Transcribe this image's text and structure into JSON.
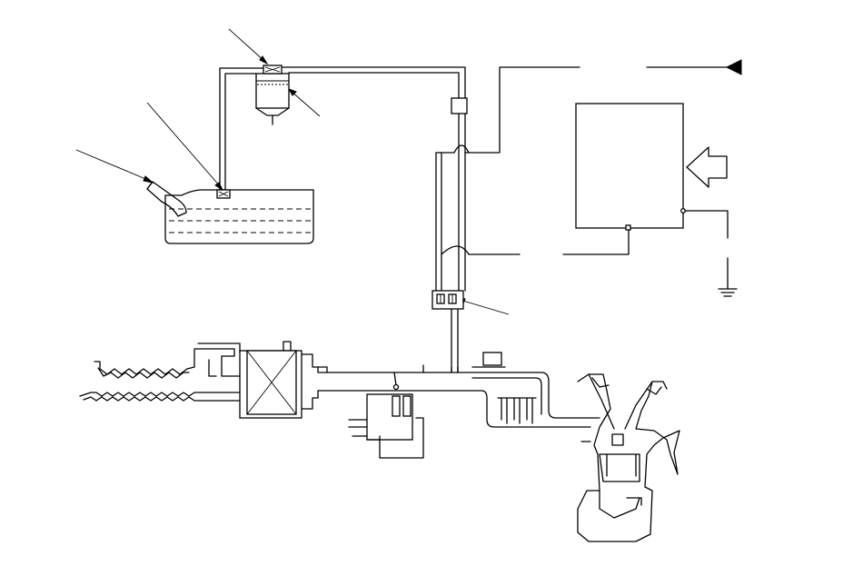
{
  "diagram": {
    "type": "evap-emission-system-schematic",
    "colors": {
      "line": "#000000",
      "background": "#ffffff"
    },
    "components": [
      {
        "id": "fuel-tank",
        "icon": "fuel-tank-icon"
      },
      {
        "id": "filler-neck",
        "icon": "filler-neck-icon"
      },
      {
        "id": "rollover-valve",
        "icon": "valve-icon"
      },
      {
        "id": "evap-canister",
        "icon": "canister-icon"
      },
      {
        "id": "purge-valve",
        "icon": "solenoid-valve-icon"
      },
      {
        "id": "pressure-sensor",
        "icon": "sensor-icon"
      },
      {
        "id": "ecm",
        "icon": "control-module-icon"
      },
      {
        "id": "input-arrow",
        "icon": "arrow-right-icon"
      },
      {
        "id": "power-supply",
        "icon": "arrow-left-icon"
      },
      {
        "id": "ground",
        "icon": "ground-symbol-icon"
      },
      {
        "id": "air-cleaner",
        "icon": "air-filter-icon"
      },
      {
        "id": "throttle-body",
        "icon": "throttle-icon"
      },
      {
        "id": "intake-manifold",
        "icon": "manifold-icon"
      },
      {
        "id": "engine",
        "icon": "engine-icon"
      }
    ]
  }
}
